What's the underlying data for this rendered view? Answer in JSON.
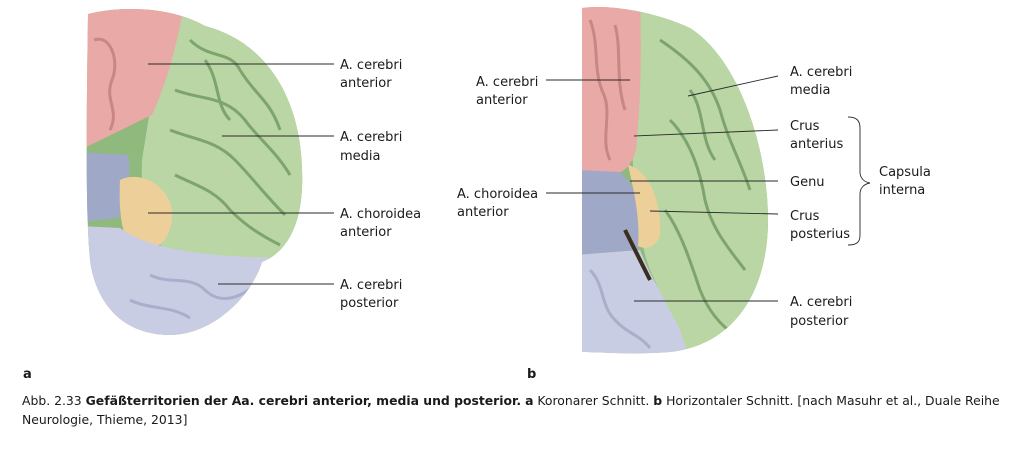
{
  "panel_a": {
    "letter": "a",
    "labels": {
      "cerebri_anterior": [
        "A. cerebri",
        "anterior"
      ],
      "cerebri_media": [
        "A. cerebri",
        "media"
      ],
      "choroidea_anterior": [
        "A. choroidea",
        "anterior"
      ],
      "cerebri_posterior": [
        "A. cerebri",
        "posterior"
      ]
    }
  },
  "panel_b": {
    "letter": "b",
    "labels": {
      "cerebri_anterior": [
        "A. cerebri",
        "anterior"
      ],
      "choroidea_anterior": [
        "A. choroidea",
        "anterior"
      ],
      "cerebri_media": [
        "A. cerebri",
        "media"
      ],
      "crus_anterius": [
        "Crus",
        "anterius"
      ],
      "genu": [
        "Genu"
      ],
      "crus_posterius": [
        "Crus",
        "posterius"
      ],
      "capsula_interna": [
        "Capsula",
        "interna"
      ],
      "cerebri_posterior": [
        "A. cerebri",
        "posterior"
      ]
    }
  },
  "colors": {
    "anterior_territory": "#e9a9a6",
    "media_territory": "#b9d6a4",
    "choroidea_territory": "#edcf9a",
    "posterior_territory": "#c9cde3",
    "ventricle": "#9fa9c7"
  },
  "caption": {
    "figure_number": "Abb. 2.33",
    "bold_title": "Gefäßterritorien der Aa. cerebri anterior, media und posterior.",
    "part_a_letter": "a",
    "part_a_text": "Koronarer Schnitt.",
    "part_b_letter": "b",
    "part_b_text": "Horizontaler Schnitt. [nach Masuhr et al., Duale Reihe Neurologie, Thieme, 2013]"
  }
}
